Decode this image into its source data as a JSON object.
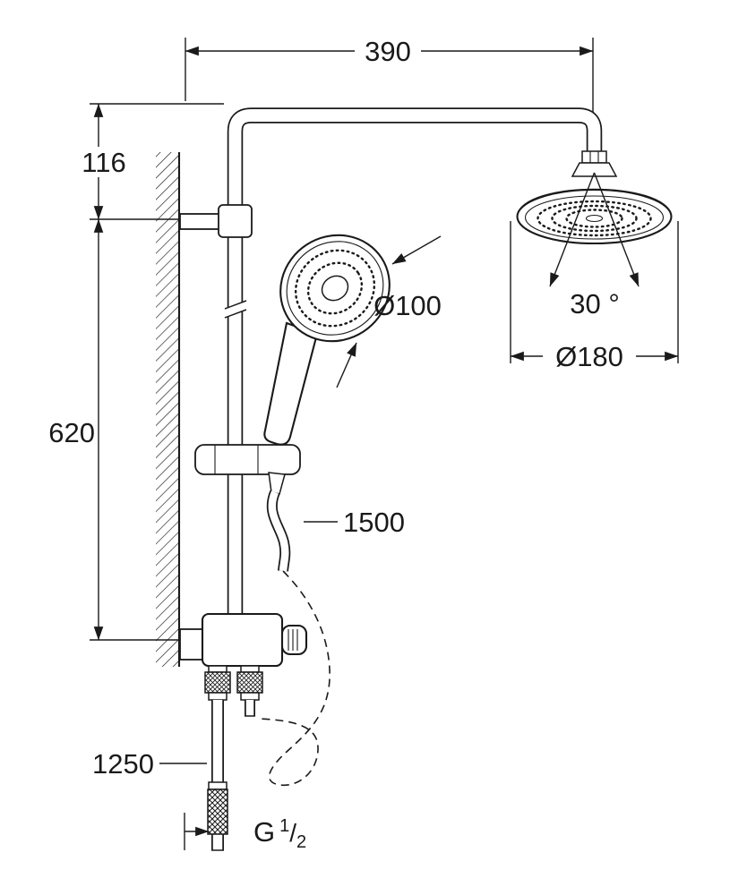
{
  "labels": {
    "width_top": "390",
    "offset_top": "116",
    "rail_length": "620",
    "hand_shower_diameter": "Ø100",
    "swivel_angle": "30 °",
    "head_shower_diameter": "Ø180",
    "hose_length": "1500",
    "supply_length": "1250",
    "thread_prefix": "G",
    "thread_numerator": "1",
    "thread_slash": "/",
    "thread_denominator": "2"
  },
  "colors": {
    "line": "#1a1a1a",
    "background": "#ffffff"
  }
}
